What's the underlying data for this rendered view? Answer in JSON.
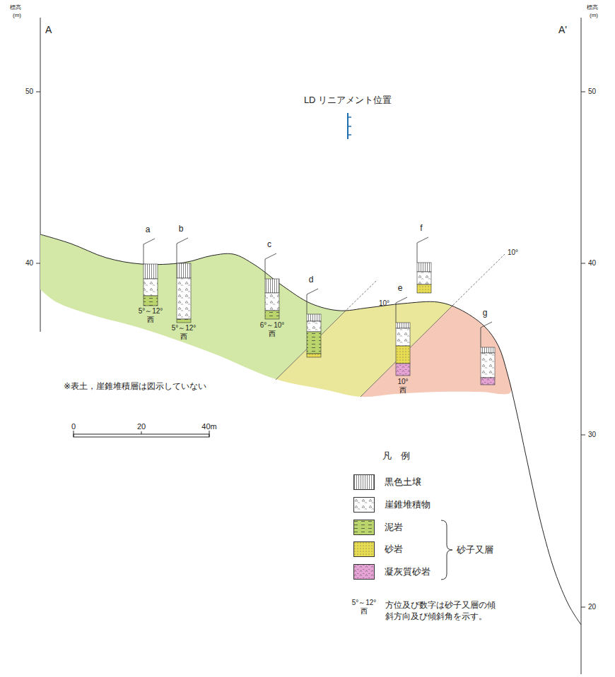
{
  "diagram": {
    "labels": [
      "標高",
      "(m)",
      "標高",
      "(m)",
      "A",
      "A'",
      "50",
      "40",
      "50",
      "40",
      "30",
      "20",
      "LD リニアメント位置",
      "a",
      "b",
      "c",
      "d",
      "e",
      "f",
      "g",
      "5°～12° 西",
      "5°～12° 西",
      "6°～10° 西",
      "10° 西",
      "10°",
      "10°",
      "※表土，崖錐堆積層は図示していない",
      "0",
      "20",
      "40m",
      "凡　例",
      "砂子又層",
      "5°～12° 西",
      "方位及び数字は砂子又層の傾斜方向及び傾斜角を示す。"
    ],
    "legend": [
      {
        "text": "黒色土壌"
      },
      {
        "text": "崖錐堆積物"
      },
      {
        "text": "泥岩",
        "color": "#b9d56b"
      },
      {
        "text": "砂岩",
        "color": "#e8dc52"
      },
      {
        "text": "凝灰質砂岩",
        "color": "#e7a2d6"
      }
    ]
  }
}
